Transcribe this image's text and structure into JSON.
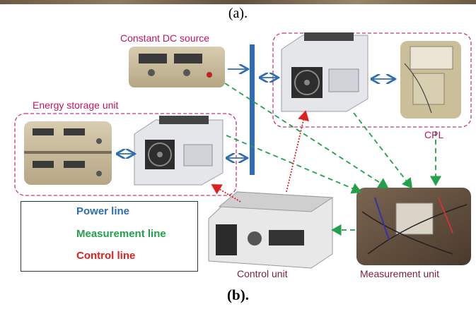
{
  "captions": {
    "top": "(a).",
    "bottom": "(b)."
  },
  "labels": {
    "dc_source": "Constant DC source",
    "energy_storage": "Energy storage unit",
    "cpl": "CPL",
    "control_unit": "Control unit",
    "measurement_unit": "Measurement unit"
  },
  "legend": {
    "power": "Power line",
    "measurement": "Measurement line",
    "control": "Control line"
  },
  "colors": {
    "power": "#2e6db4",
    "measurement": "#22a04a",
    "control": "#e0201e",
    "group_border": "#d0307a",
    "label": "#c0145f"
  },
  "photos": [
    "dc-source-photo",
    "converter-photo",
    "cpl-photo",
    "storage-photo",
    "measurement-photo",
    "control-unit-photo"
  ]
}
